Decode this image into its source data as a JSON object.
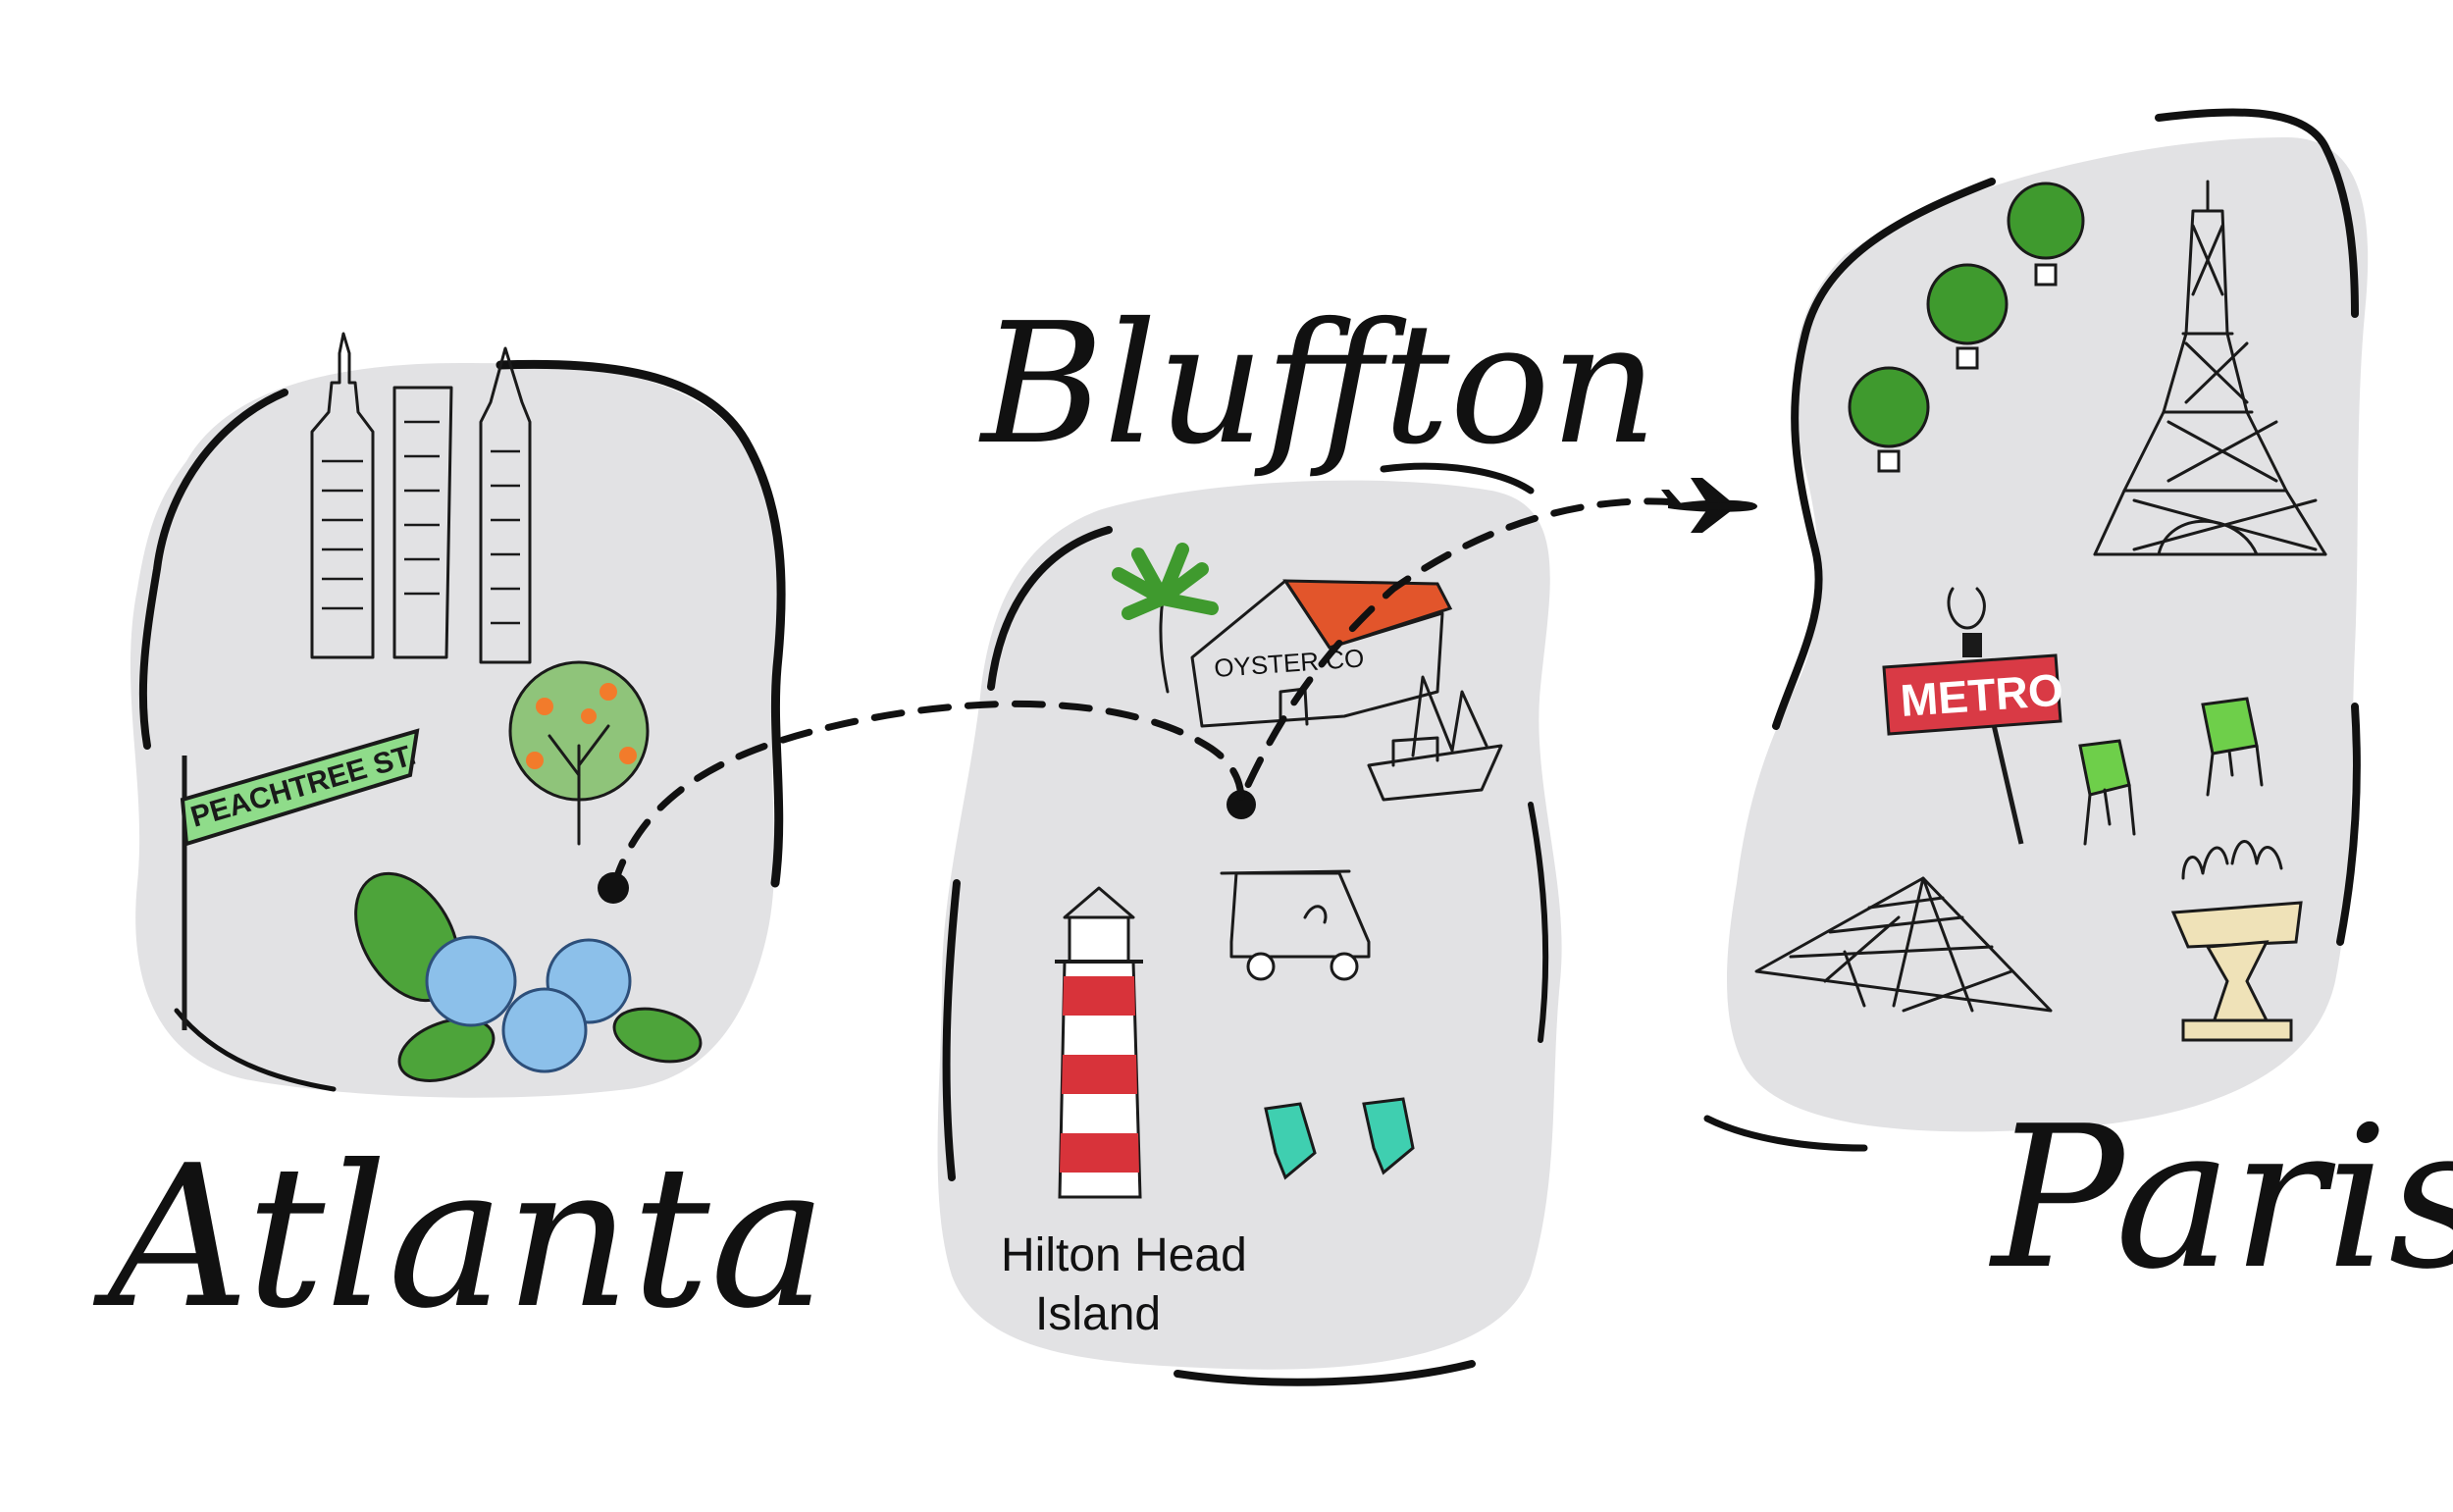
{
  "regions": {
    "atlanta": {
      "name": "Atlanta",
      "street_sign": "PEACHTREE ST."
    },
    "bluffton": {
      "name": "Bluffton",
      "building_sign": "OYSTER CO",
      "island_label_line1": "Hilton Head",
      "island_label_line2": "Island"
    },
    "paris": {
      "name": "Paris",
      "metro_sign": "METRO"
    }
  },
  "colors": {
    "blob_fill": "#e2e2e4",
    "ink": "#111111",
    "tree_green": "#3f9a2e",
    "sign_green": "#8fdc8a",
    "roof_orange": "#e2552b",
    "lighthouse_red": "#d8333a",
    "hydrangea_blue": "#8cc0ea",
    "chair_teal": "#3fcfb0",
    "metro_red": "#d93a45",
    "fountain_tan": "#efe2b8",
    "peach_orange": "#f27b2b"
  },
  "icons": {
    "plane": "airplane-icon",
    "route_markers": "route-dot-icon"
  }
}
